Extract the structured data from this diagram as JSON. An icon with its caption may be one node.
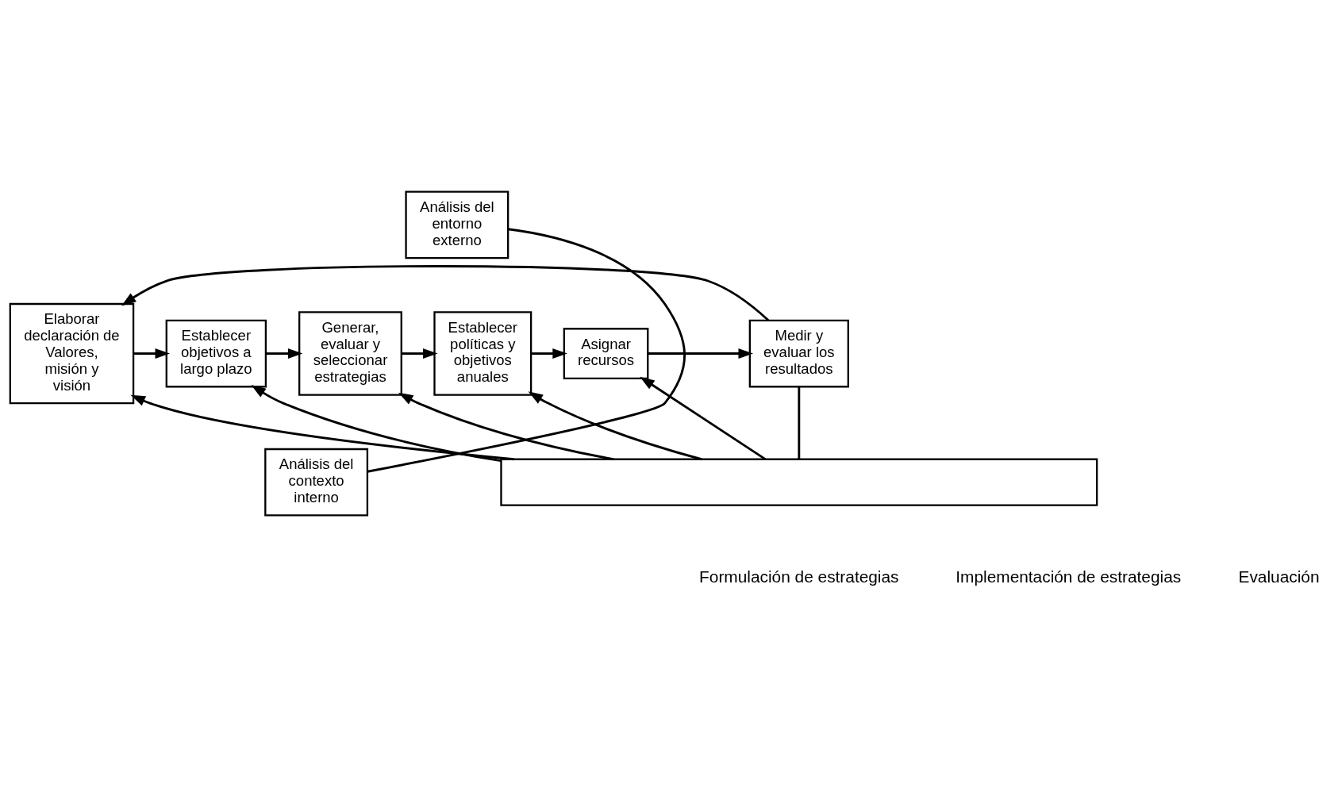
{
  "diagram": {
    "nodes": [
      {
        "text": [
          "Elaborar declaración de Valores, misión y visión"
        ]
      },
      {
        "text": [
          "Análisis del entorno externo"
        ]
      },
      {
        "text": [
          "Establecer objetivos a largo plazo"
        ]
      },
      {
        "text": [
          "Generar, evaluar y seleccionar estrategias"
        ]
      },
      {
        "text": [
          "Establecer políticas y objetivos anuales"
        ]
      },
      {
        "text": [
          "Asignar recursos"
        ]
      },
      {
        "text": [
          "Medir y evaluar los resultados"
        ]
      },
      {
        "text": [
          "Análisis del contexto interno"
        ]
      },
      {
        "text": [],
        "shape": "box"
      }
    ],
    "edges": [
      {
        "from": 6,
        "to": 0,
        "arrow": "to"
      },
      {
        "from": 0,
        "to": 2,
        "arrow": "to"
      },
      {
        "from": 1,
        "to": 7,
        "arrow": "none"
      },
      {
        "from": 2,
        "to": 3,
        "arrow": "to"
      },
      {
        "from": 3,
        "to": 4,
        "arrow": "to"
      },
      {
        "from": 4,
        "to": 5,
        "arrow": "to"
      },
      {
        "from": 5,
        "to": 6,
        "arrow": "to"
      },
      {
        "from": 6,
        "to": 8,
        "arrow": "none"
      },
      {
        "from": 8,
        "to": 0,
        "arrow": "to"
      },
      {
        "from": 8,
        "to": 2,
        "arrow": "to"
      },
      {
        "from": 8,
        "to": 3,
        "arrow": "to"
      },
      {
        "from": 8,
        "to": 4,
        "arrow": "to"
      },
      {
        "from": 8,
        "to": 5,
        "arrow": "to"
      }
    ],
    "labels": [
      "Formulación de estrategias",
      "Implementación de estrategias",
      "Evaluación"
    ]
  }
}
